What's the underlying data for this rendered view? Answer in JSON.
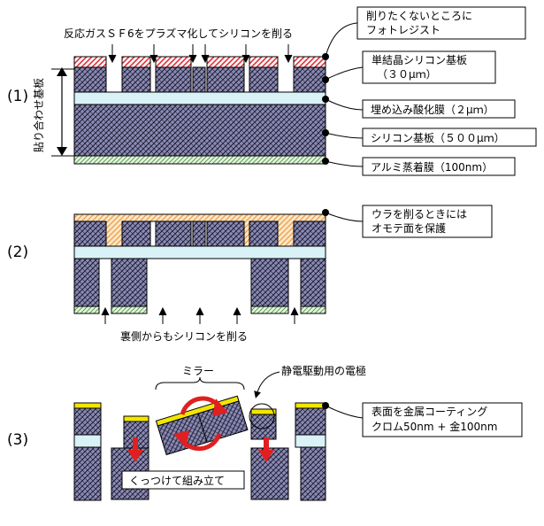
{
  "step_labels": [
    "(1)",
    "(2)",
    "(3)"
  ],
  "step1": {
    "etch_caption": "反応ガスＳＦ6をプラズマ化してシリコンを削る",
    "side_label": "貼り合わせ基板",
    "callouts": [
      [
        "削りたくないところに",
        "フォトレジスト"
      ],
      [
        "単結晶シリコン基板",
        "（３０μｍ）"
      ],
      [
        "埋め込み酸化膜（２μｍ）"
      ],
      [
        "シリコン基板（５００μｍ）"
      ],
      [
        "アルミ蒸着膜（100nm）"
      ]
    ]
  },
  "step2": {
    "callout": [
      "ウラを削るときには",
      "オモテ面を保護"
    ],
    "bottom_caption": "裏側からもシリコンを削る"
  },
  "step3": {
    "mirror_label": "ミラー",
    "electrode_label": "静電駆動用の電極",
    "callout": [
      "表面を金属コーティング",
      "クロム50nm + 金100nm"
    ],
    "assemble_label": "くっつけて組み立て"
  },
  "colors": {
    "silicon_fill": "#8a8ab4",
    "silicon_hatch": "#000000",
    "oxide": "#d9f2f8",
    "resist_hatch": "#e0303a",
    "protect_hatch": "#f0a050",
    "protect_fill": "#fbe9c8",
    "aluminum_hatch": "#5aa05a",
    "gold": "#f2e600",
    "arrow_red": "#e02020"
  }
}
